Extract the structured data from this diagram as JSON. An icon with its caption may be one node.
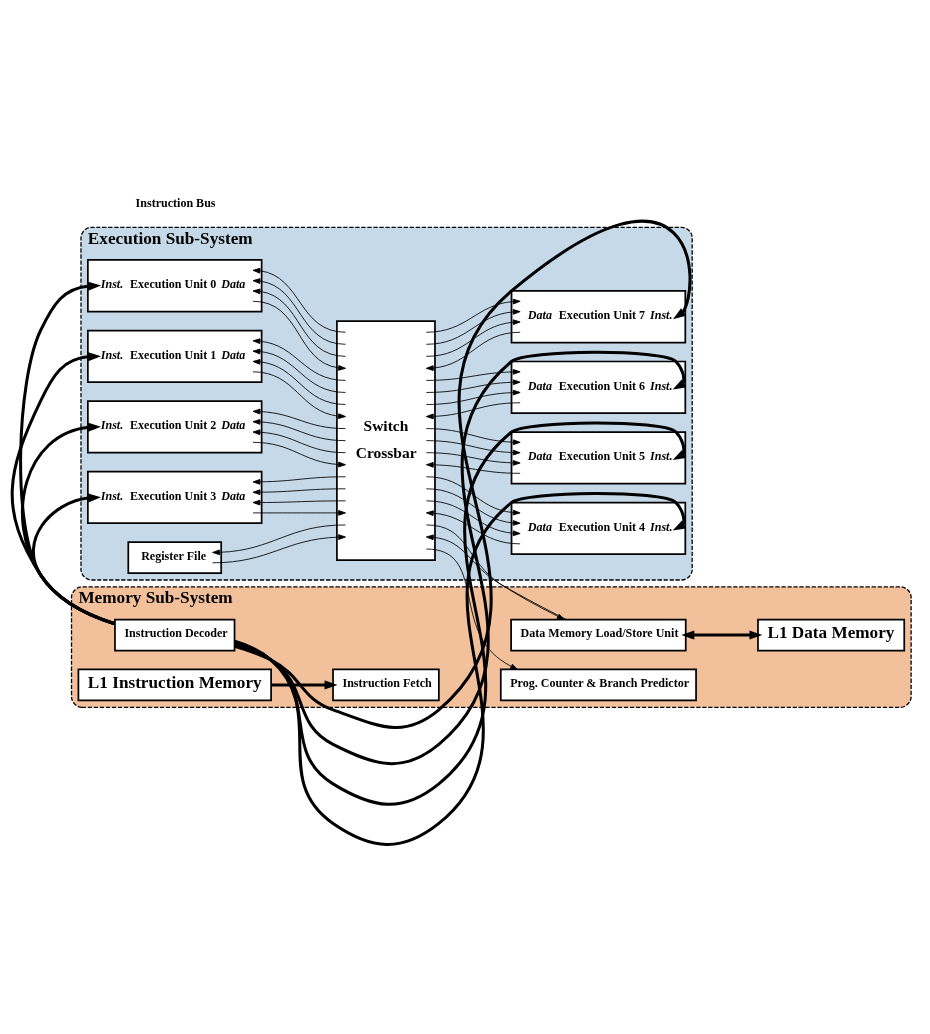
{
  "diagram": {
    "nodes": [
      {
        "text": [
          "Execution Sub-System"
        ]
      },
      {
        "text": [
          "Inst.",
          "Execution Unit 0",
          "Data"
        ],
        "in": 0
      },
      {
        "text": [
          "Inst.",
          "Execution Unit 1",
          "Data"
        ],
        "in": 0
      },
      {
        "text": [
          "Inst.",
          "Execution Unit 2",
          "Data"
        ],
        "in": 0
      },
      {
        "text": [
          "Inst.",
          "Execution Unit 3",
          "Data"
        ],
        "in": 0
      },
      {
        "text": [
          "Switch",
          "Crossbar"
        ],
        "in": 0
      },
      {
        "text": [
          "Data",
          "Execution Unit 7",
          "Inst."
        ],
        "in": 0
      },
      {
        "text": [
          "Data",
          "Execution Unit 6",
          "Inst."
        ],
        "in": 0
      },
      {
        "text": [
          "Data",
          "Execution Unit 5",
          "Inst."
        ],
        "in": 0
      },
      {
        "text": [
          "Data",
          "Execution Unit 4",
          "Inst."
        ],
        "in": 0
      },
      {
        "text": [
          "Register File"
        ],
        "in": 0
      },
      {
        "text": [
          "Memory Sub-System"
        ]
      },
      {
        "text": [
          "Prog. Counter & Branch Predictor"
        ],
        "in": 11
      },
      {
        "text": [
          "Instruction Decoder"
        ],
        "in": 11
      },
      {
        "text": [
          "Instruction Fetch"
        ],
        "in": 11
      },
      {
        "text": [
          "Data Memory Load/Store Unit"
        ],
        "in": 11
      },
      {
        "text": [
          "L1 Data Memory"
        ],
        "in": 11
      },
      {
        "text": [
          "L1 Instruction Memory"
        ],
        "in": 11
      }
    ],
    "edges": [
      {
        "from": 13,
        "to": 1,
        "arrow": "to",
        "style": "thick"
      },
      {
        "from": 13,
        "to": 2,
        "arrow": "to",
        "style": "thick"
      },
      {
        "from": 13,
        "to": 3,
        "arrow": "to",
        "style": "thick"
      },
      {
        "from": 13,
        "to": 4,
        "arrow": "to",
        "style": "thick"
      },
      {
        "from": 13,
        "to": 6,
        "arrow": "to",
        "style": "thick"
      },
      {
        "from": 13,
        "to": 7,
        "arrow": "to",
        "style": "thick"
      },
      {
        "from": 13,
        "to": 8,
        "arrow": "to",
        "style": "thick"
      },
      {
        "from": 13,
        "to": 9,
        "arrow": "to",
        "style": "thick"
      },
      {
        "from": 5,
        "to": 1,
        "arrow": "to"
      },
      {
        "from": 5,
        "to": 1,
        "arrow": "to"
      },
      {
        "from": 5,
        "to": 1,
        "arrow": "to"
      },
      {
        "from": 1,
        "to": 5,
        "arrow": "to"
      },
      {
        "from": 5,
        "to": 2,
        "arrow": "to"
      },
      {
        "from": 5,
        "to": 2,
        "arrow": "to"
      },
      {
        "from": 5,
        "to": 2,
        "arrow": "to"
      },
      {
        "from": 2,
        "to": 5,
        "arrow": "to"
      },
      {
        "from": 5,
        "to": 3,
        "arrow": "to"
      },
      {
        "from": 5,
        "to": 3,
        "arrow": "to"
      },
      {
        "from": 5,
        "to": 3,
        "arrow": "to"
      },
      {
        "from": 3,
        "to": 5,
        "arrow": "to"
      },
      {
        "from": 5,
        "to": 4,
        "arrow": "to"
      },
      {
        "from": 5,
        "to": 4,
        "arrow": "to"
      },
      {
        "from": 5,
        "to": 4,
        "arrow": "to"
      },
      {
        "from": 4,
        "to": 5,
        "arrow": "to"
      },
      {
        "from": 5,
        "to": 6,
        "arrow": "to"
      },
      {
        "from": 5,
        "to": 6,
        "arrow": "to"
      },
      {
        "from": 5,
        "to": 6,
        "arrow": "to"
      },
      {
        "from": 6,
        "to": 5,
        "arrow": "to"
      },
      {
        "from": 5,
        "to": 7,
        "arrow": "to"
      },
      {
        "from": 5,
        "to": 7,
        "arrow": "to"
      },
      {
        "from": 5,
        "to": 7,
        "arrow": "to"
      },
      {
        "from": 7,
        "to": 5,
        "arrow": "to"
      },
      {
        "from": 5,
        "to": 8,
        "arrow": "to"
      },
      {
        "from": 5,
        "to": 8,
        "arrow": "to"
      },
      {
        "from": 5,
        "to": 8,
        "arrow": "to"
      },
      {
        "from": 8,
        "to": 5,
        "arrow": "to"
      },
      {
        "from": 5,
        "to": 9,
        "arrow": "to"
      },
      {
        "from": 5,
        "to": 9,
        "arrow": "to"
      },
      {
        "from": 5,
        "to": 9,
        "arrow": "to"
      },
      {
        "from": 9,
        "to": 5,
        "arrow": "to"
      },
      {
        "from": 5,
        "to": 10,
        "arrow": "to"
      },
      {
        "from": 10,
        "to": 5,
        "arrow": "to"
      },
      {
        "from": 5,
        "to": 15,
        "arrow": "to"
      },
      {
        "from": 15,
        "to": 5,
        "arrow": "to"
      },
      {
        "from": 5,
        "to": 12,
        "arrow": "to"
      },
      {
        "from": 15,
        "to": 16,
        "arrow": "both",
        "style": "thick"
      },
      {
        "from": 17,
        "to": 14,
        "arrow": "to",
        "style": "thick"
      }
    ],
    "labels": [
      "Instruction Bus"
    ]
  }
}
